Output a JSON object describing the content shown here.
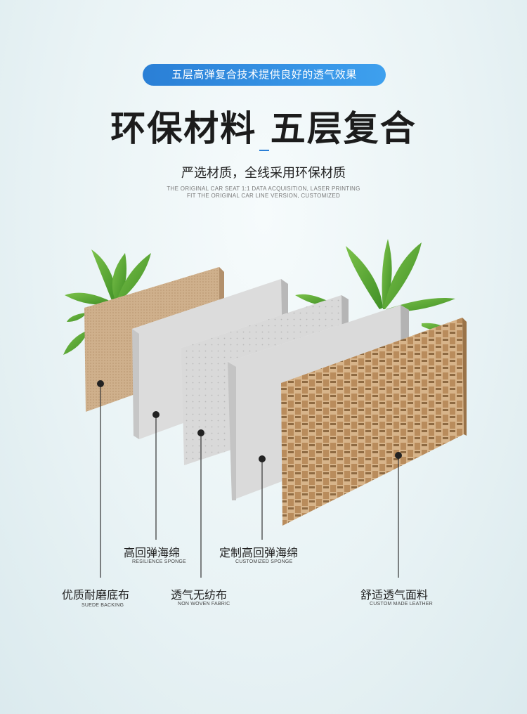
{
  "header": {
    "badge": "五层高弹复合技术提供良好的透气效果",
    "title": "环保材料  五层复合",
    "subtitle": "严选材质，全线采用环保材质",
    "en_line_1": "THE ORIGINAL CAR SEAT 1:1 DATA ACQUISITION, LASER PRINTING",
    "en_line_2": "FIT THE ORIGINAL CAR LINE VERSION, CUSTOMIZED"
  },
  "layers": [
    {
      "cn": "优质耐磨底布",
      "en": "SUEDE BACKING"
    },
    {
      "cn": "高回弹海绵",
      "en": "RESILIENCE SPONGE"
    },
    {
      "cn": "透气无纺布",
      "en": "NON WOVEN FABRIC"
    },
    {
      "cn": "定制高回弹海绵",
      "en": "CUSTOMIZED SPONGE"
    },
    {
      "cn": "舒适透气面料",
      "en": "CUSTOM MADE LEATHER"
    }
  ],
  "colors": {
    "accent": "#2a7fd6",
    "suede": "#c9a883",
    "sponge": "#d8d8d8",
    "leather": "#c9a070"
  },
  "icons": [
    "tea-leaf-icon"
  ]
}
